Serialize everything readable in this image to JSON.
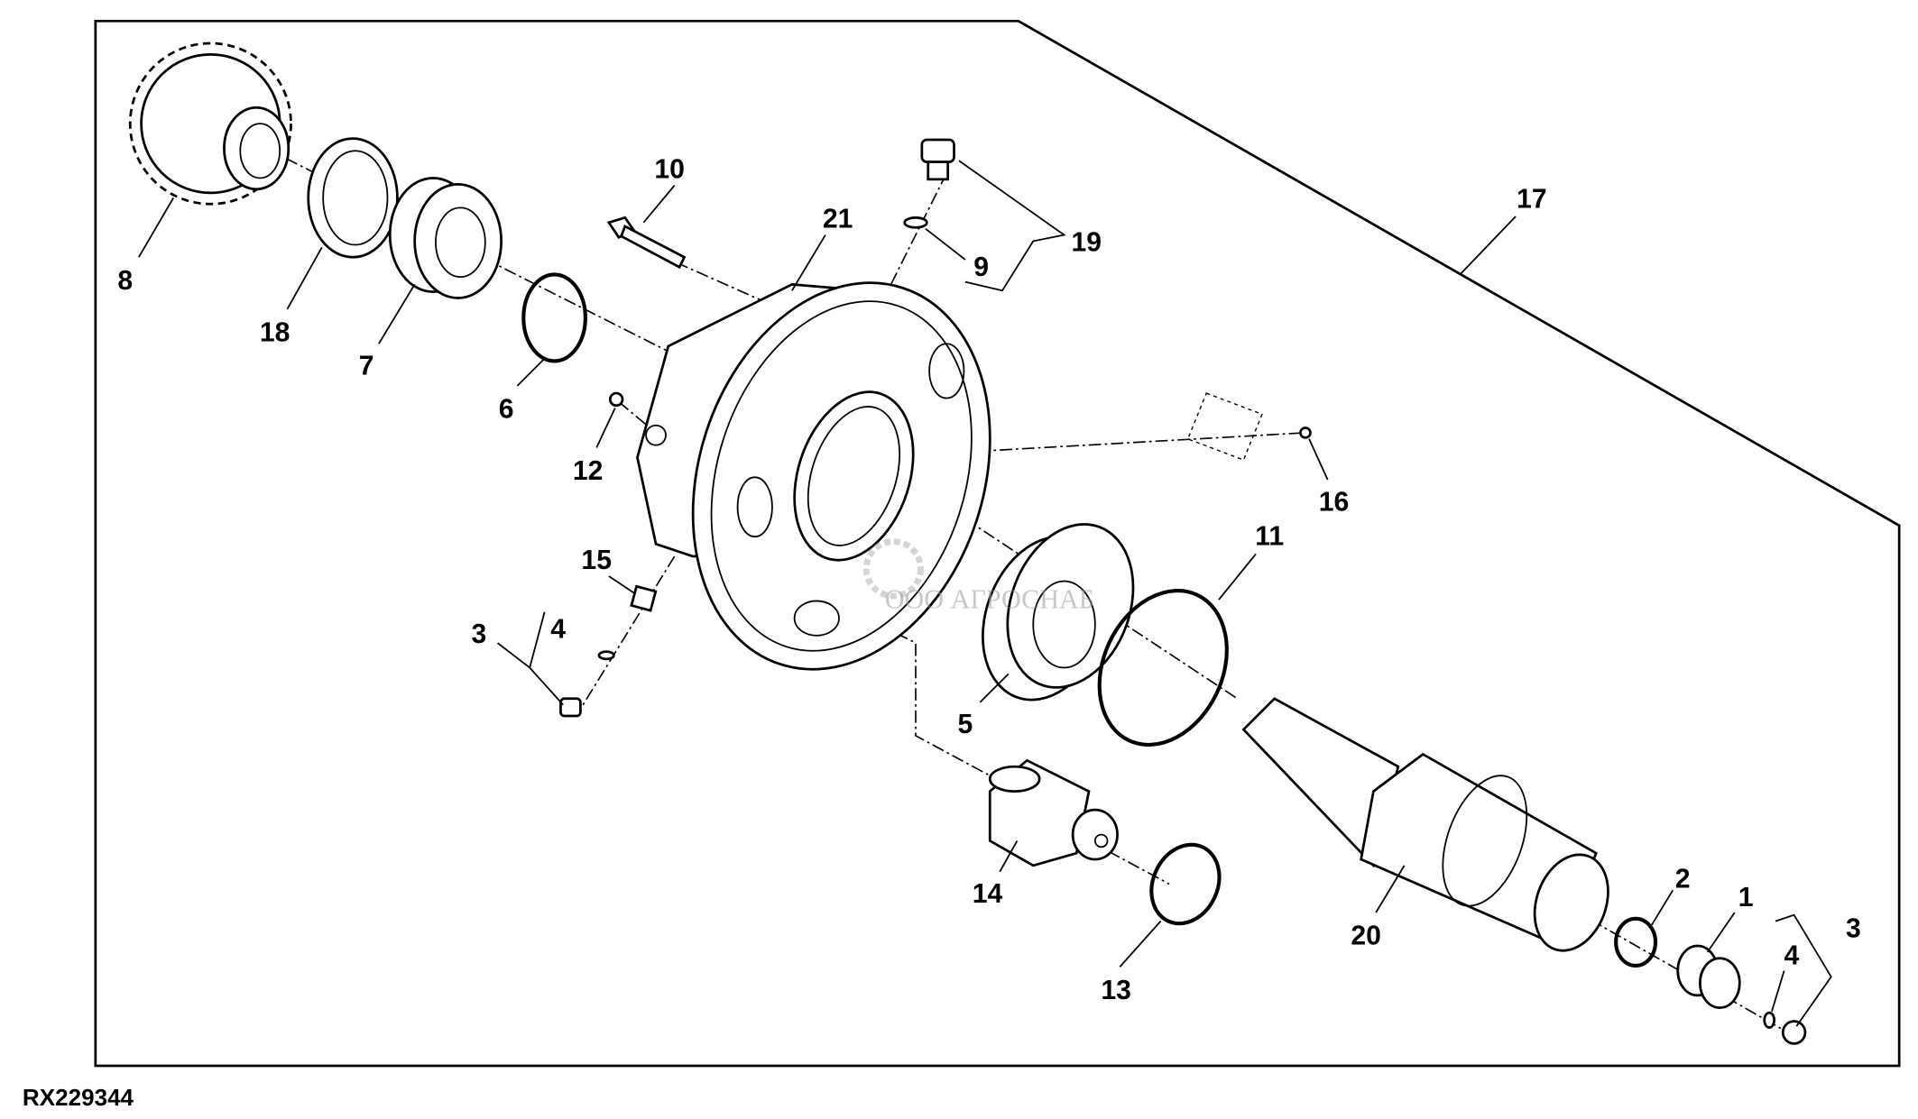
{
  "figure_id": "RX229344",
  "watermark": "ООО АГРОСНАБ",
  "callouts": [
    {
      "key": "c8",
      "text": "8"
    },
    {
      "key": "c18",
      "text": "18"
    },
    {
      "key": "c7",
      "text": "7"
    },
    {
      "key": "c6",
      "text": "6"
    },
    {
      "key": "c10",
      "text": "10"
    },
    {
      "key": "c21",
      "text": "21"
    },
    {
      "key": "c9",
      "text": "9"
    },
    {
      "key": "c19",
      "text": "19"
    },
    {
      "key": "c17",
      "text": "17"
    },
    {
      "key": "c12",
      "text": "12"
    },
    {
      "key": "c16",
      "text": "16"
    },
    {
      "key": "c15",
      "text": "15"
    },
    {
      "key": "c3a",
      "text": "3"
    },
    {
      "key": "c4a",
      "text": "4"
    },
    {
      "key": "c11",
      "text": "11"
    },
    {
      "key": "c5",
      "text": "5"
    },
    {
      "key": "c14",
      "text": "14"
    },
    {
      "key": "c13",
      "text": "13"
    },
    {
      "key": "c20",
      "text": "20"
    },
    {
      "key": "c2",
      "text": "2"
    },
    {
      "key": "c1",
      "text": "1"
    },
    {
      "key": "c3b",
      "text": "3"
    },
    {
      "key": "c4b",
      "text": "4"
    }
  ]
}
